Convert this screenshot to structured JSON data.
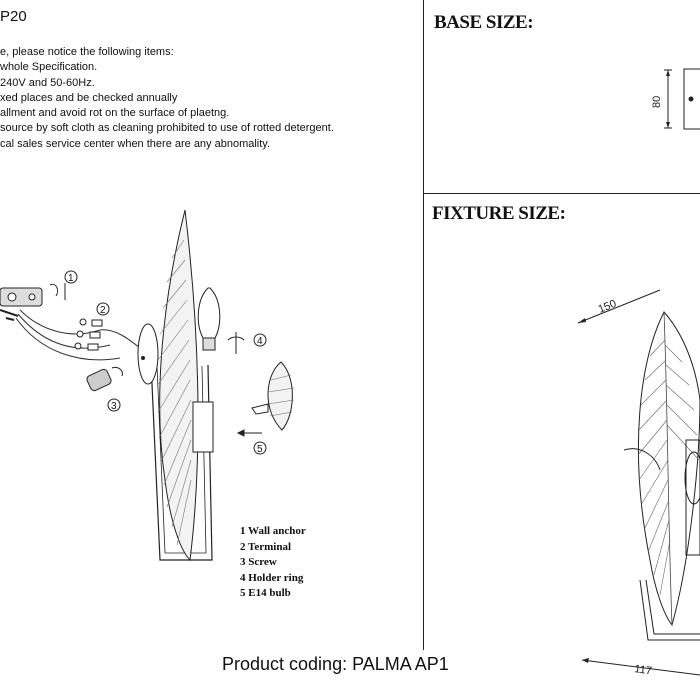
{
  "header": {
    "code_fragment": "P20"
  },
  "notes": [
    "e, please notice the following items:",
    "whole Specification.",
    "240V and 50-60Hz.",
    "xed places and be checked annually",
    "allment and avoid rot on the surface of plaetng.",
    "source by soft cloth as cleaning prohibited to use of rotted detergent.",
    "cal sales service center when there are any abnomality."
  ],
  "base_size": {
    "title": "BASE SIZE:",
    "height_label": "80"
  },
  "fixture_size": {
    "title": "FIXTURE SIZE:",
    "width_label": "150",
    "depth_label": "117"
  },
  "steps": [
    "1",
    "2",
    "3",
    "4",
    "5"
  ],
  "legend": [
    "1 Wall anchor",
    "2 Terminal",
    "3 Screw",
    "4 Holder ring",
    "5 E14 bulb"
  ],
  "footer": {
    "product_code": "Product coding: PALMA AP1"
  }
}
